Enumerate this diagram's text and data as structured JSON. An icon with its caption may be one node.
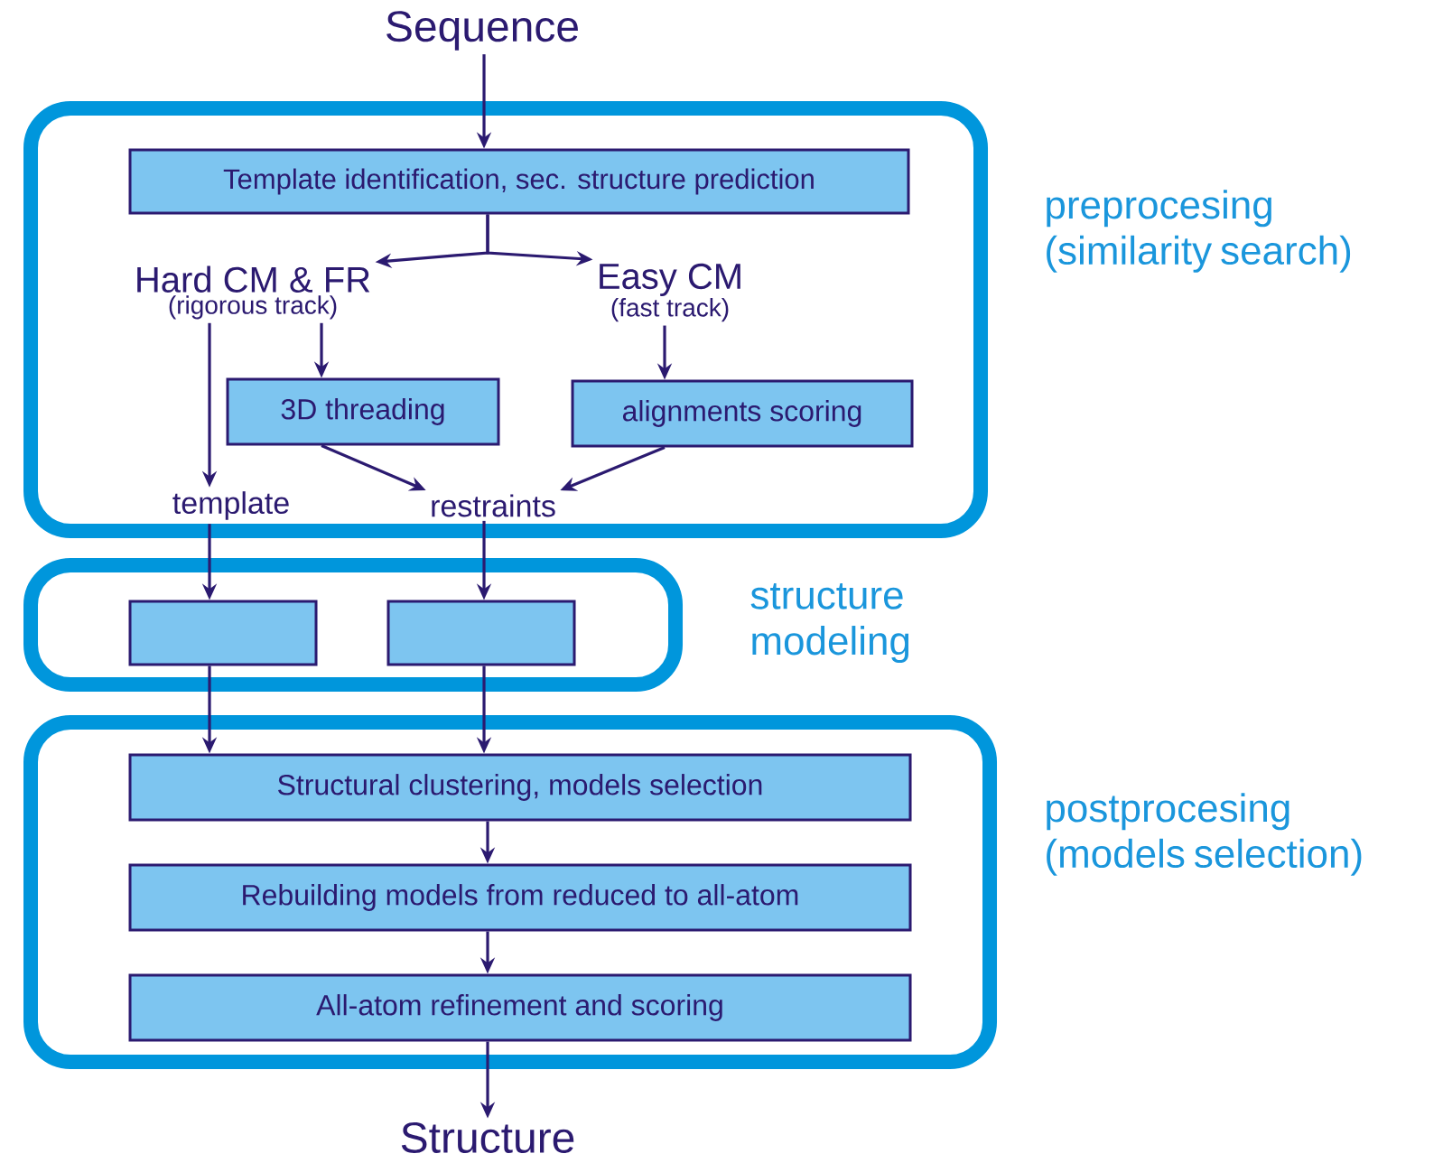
{
  "diagram": {
    "nodes": [
      {
        "text": [
          "Sequence"
        ]
      },
      {
        "text": [
          "preprocesing (similarity search)"
        ]
      },
      {
        "text": [
          "Template identification, sec. structure prediction"
        ],
        "in": 1
      },
      {
        "text": [
          "Hard CM & FR",
          "(rigorous track)"
        ],
        "in": 1
      },
      {
        "text": [
          "Easy CM",
          "(fast track)"
        ],
        "in": 1
      },
      {
        "text": [
          "3D threading"
        ],
        "in": 1
      },
      {
        "text": [
          "alignments scoring"
        ],
        "in": 1
      },
      {
        "text": [
          "template"
        ],
        "in": 1
      },
      {
        "text": [
          "restraints"
        ],
        "in": 1
      },
      {
        "text": [
          "structure modeling"
        ]
      },
      {
        "text": [],
        "shape": "box",
        "in": 9
      },
      {
        "text": [],
        "shape": "box",
        "in": 9
      },
      {
        "text": [
          "postprocesing (models selection)"
        ]
      },
      {
        "text": [
          "Structural clustering, models selection"
        ],
        "in": 12
      },
      {
        "text": [
          "Rebuilding models from reduced to all-atom"
        ],
        "in": 12
      },
      {
        "text": [
          "All-atom refinement and scoring"
        ],
        "in": 12
      },
      {
        "text": [
          "Structure"
        ]
      }
    ],
    "edges": [
      {
        "from": 0,
        "to": 2,
        "arrow": "to"
      },
      {
        "from": 2,
        "to": 3,
        "arrow": "to"
      },
      {
        "from": 2,
        "to": 4,
        "arrow": "to"
      },
      {
        "from": 3,
        "to": 5,
        "arrow": "to"
      },
      {
        "from": 4,
        "to": 6,
        "arrow": "to"
      },
      {
        "from": 3,
        "to": 7,
        "arrow": "to"
      },
      {
        "from": 5,
        "to": 8,
        "arrow": "to"
      },
      {
        "from": 6,
        "to": 8,
        "arrow": "to"
      },
      {
        "from": 7,
        "to": 10,
        "arrow": "to"
      },
      {
        "from": 8,
        "to": 11,
        "arrow": "to"
      },
      {
        "from": 10,
        "to": 13,
        "arrow": "to"
      },
      {
        "from": 11,
        "to": 13,
        "arrow": "to"
      },
      {
        "from": 13,
        "to": 14,
        "arrow": "to"
      },
      {
        "from": 14,
        "to": 15,
        "arrow": "to"
      },
      {
        "from": 15,
        "to": 16,
        "arrow": "to"
      }
    ]
  }
}
